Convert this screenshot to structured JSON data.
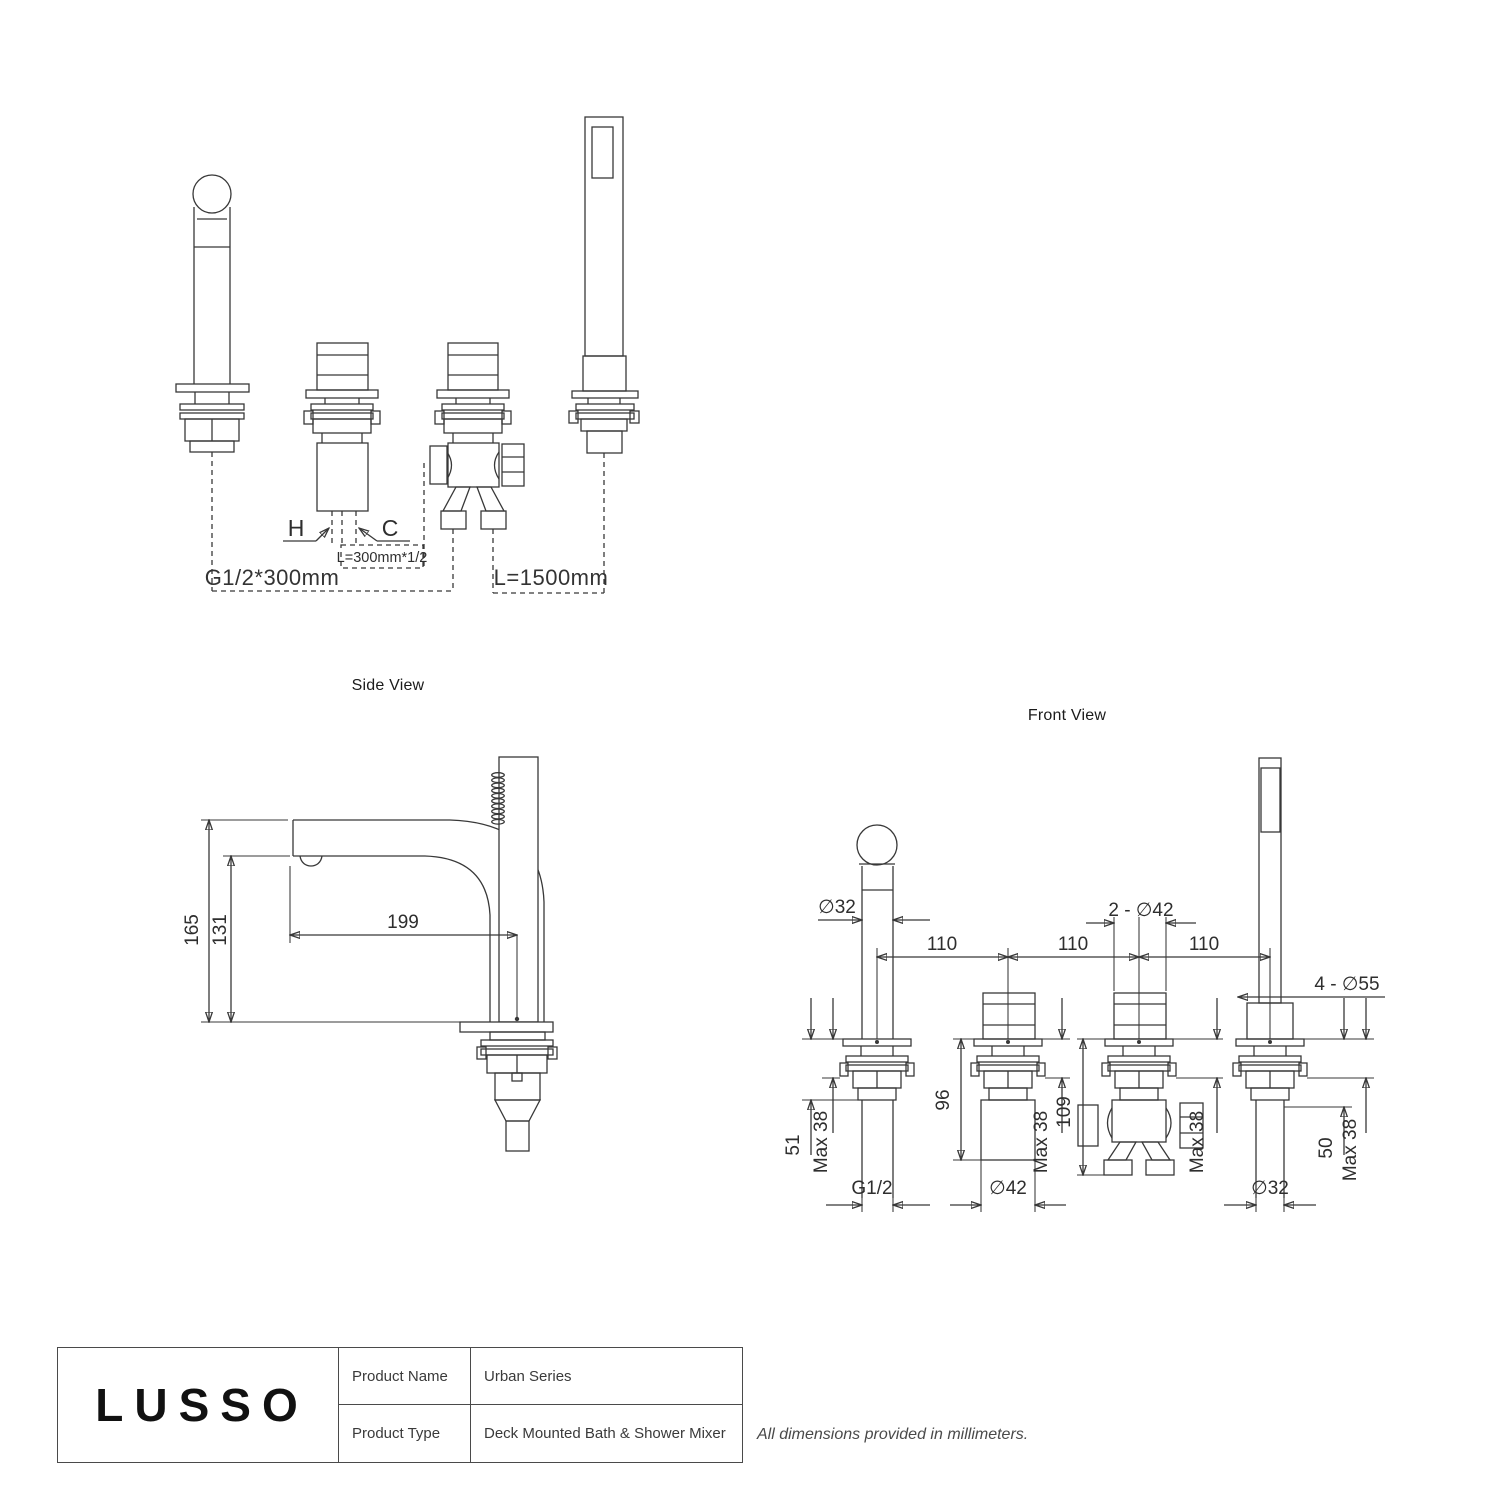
{
  "install_view": {
    "h_label": "H",
    "c_label": "C",
    "hose_length_label": "L=300mm*1/2",
    "inlet_label": "G1/2*300mm",
    "shower_hose_label": "L=1500mm"
  },
  "side_view": {
    "title": "Side View",
    "height_total": "165",
    "height_spout": "131",
    "reach": "199"
  },
  "front_view": {
    "title": "Front View",
    "spout_diameter": "∅32",
    "spacing": "110",
    "handle_diameter_top": "2 - ∅42",
    "flange_diameter": "4 - ∅55",
    "spout_depth": "51",
    "max_deck_thickness": "Max 38",
    "handle_depth": "96",
    "diverter_depth": "109",
    "shower_depth": "50",
    "spout_thread": "G1/2",
    "handle_diameter": "∅42",
    "shower_diameter": "∅32"
  },
  "title_block": {
    "brand": "LUSSO",
    "rows": [
      {
        "label": "Product Name",
        "value": "Urban Series"
      },
      {
        "label": "Product Type",
        "value": "Deck Mounted Bath & Shower Mixer"
      }
    ]
  },
  "footnote": "All dimensions provided in millimeters.",
  "colors": {
    "line": "#383838",
    "text": "#2e2e2e"
  }
}
